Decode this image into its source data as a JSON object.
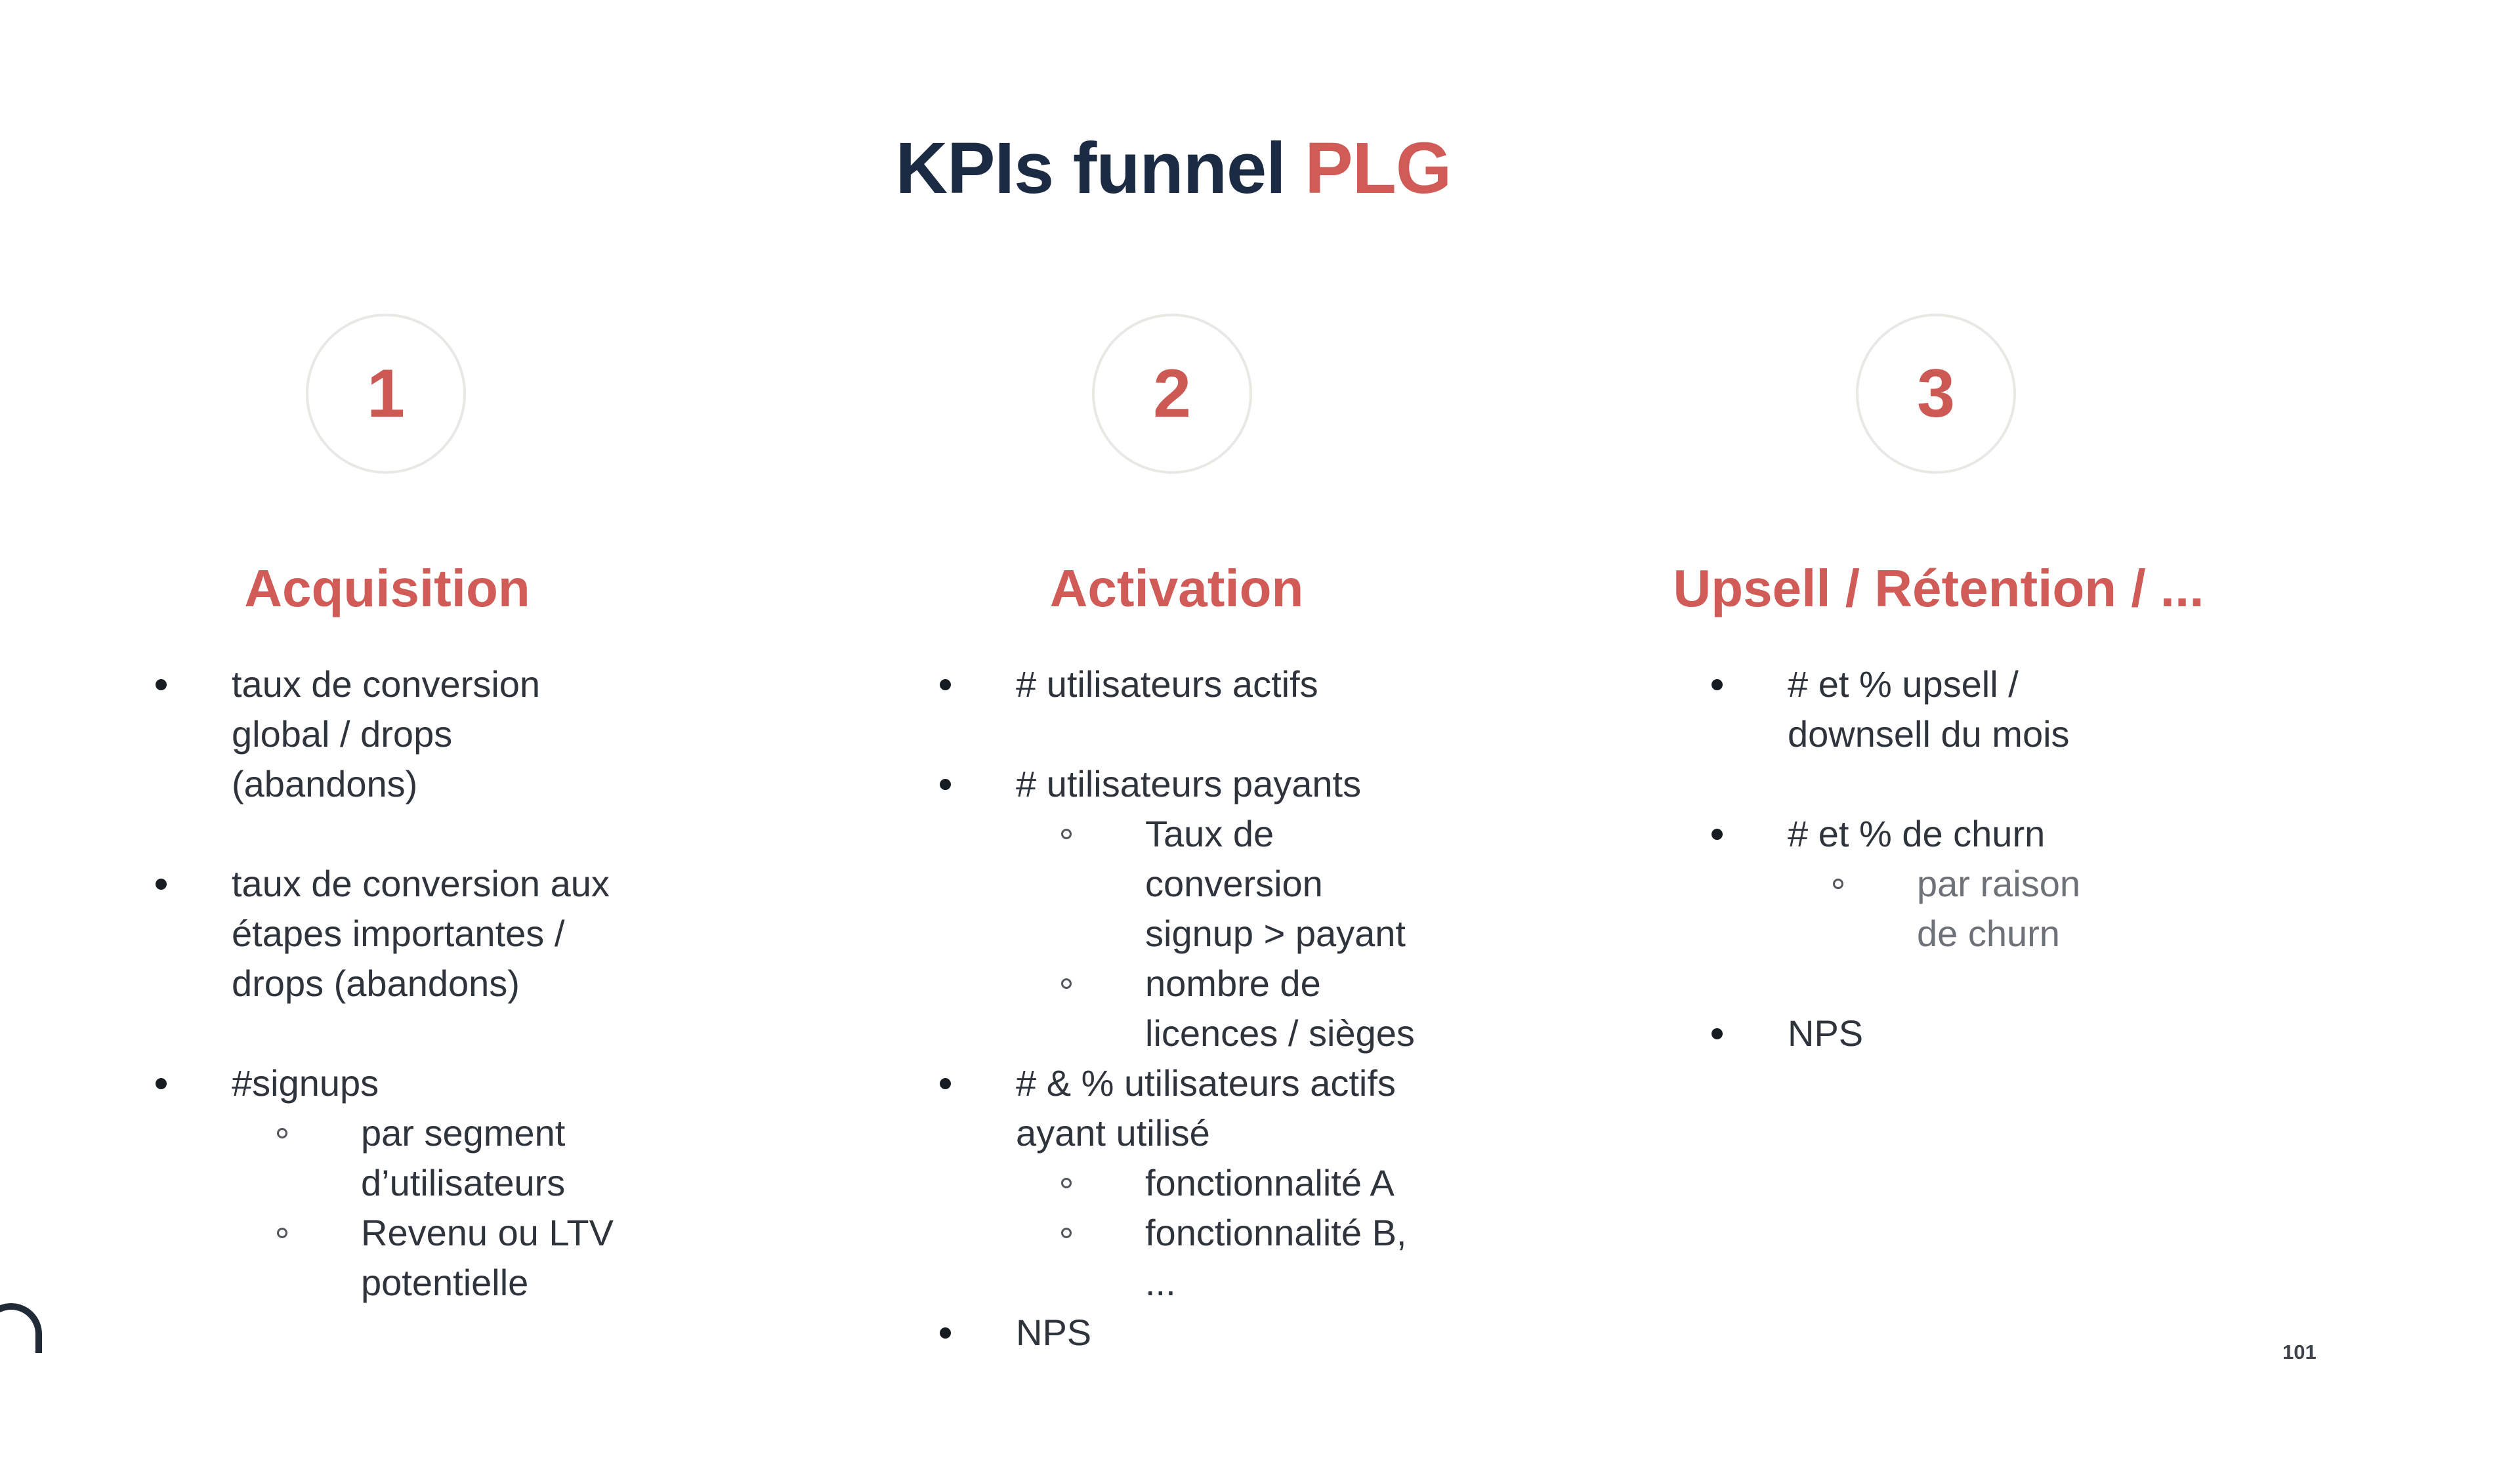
{
  "slide": {
    "title": {
      "main": "KPIs funnel ",
      "accent": "PLG"
    },
    "page_number": "101",
    "colors": {
      "accent_red": "#d05b57",
      "title_navy": "#1c2b44",
      "body_text": "#2e333c",
      "muted_text": "#6e7278",
      "circle_border": "#eae8e4"
    },
    "columns": [
      {
        "number": "1",
        "heading": "Acquisition",
        "items": [
          {
            "text": "taux de conversion\nglobal / drops\n(abandons)"
          },
          {
            "text": "taux de conversion aux\nétapes importantes /\ndrops (abandons)"
          },
          {
            "text": "#signups"
          },
          {
            "text": "par segment\nd’utilisateurs"
          },
          {
            "text": "Revenu ou LTV\npotentielle"
          }
        ]
      },
      {
        "number": "2",
        "heading": "Activation",
        "items": [
          {
            "text": "# utilisateurs actifs"
          },
          {
            "text": "# utilisateurs payants"
          },
          {
            "text": "Taux de\nconversion\nsignup > payant"
          },
          {
            "text": "nombre de\nlicences / sièges"
          },
          {
            "text": "# & % utilisateurs actifs\nayant utilisé"
          },
          {
            "text": "fonctionnalité A"
          },
          {
            "text": "fonctionnalité B,"
          },
          {
            "text": "..."
          },
          {
            "text": "NPS"
          }
        ]
      },
      {
        "number": "3",
        "heading": "Upsell / Rétention / ...",
        "items": [
          {
            "text": "# et % upsell /\ndownsell du mois"
          },
          {
            "text": "# et % de churn"
          },
          {
            "text": "par raison\nde churn"
          },
          {
            "text": "NPS"
          }
        ]
      }
    ]
  }
}
